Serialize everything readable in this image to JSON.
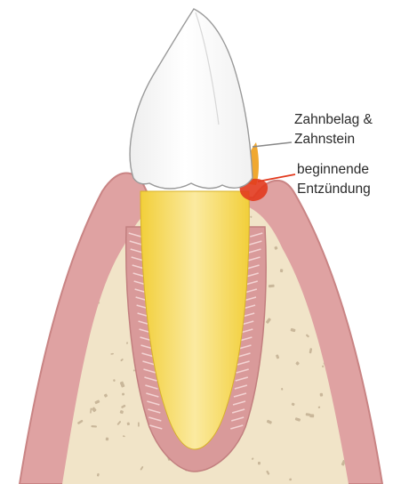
{
  "labels": {
    "plaque_line1": "Zahnbelag &",
    "plaque_line2": "Zahnstein",
    "inflammation_line1": "beginnende",
    "inflammation_line2": "Entzündung"
  },
  "colors": {
    "background": "#ffffff",
    "gum": "#dfa2a2",
    "gum_edge": "#c98484",
    "gum_inner": "#cf8e8e",
    "bone": "#f1e4c8",
    "bone_specks": "#c9b79a",
    "periodontal_ligament": "#d99a9a",
    "root": "#f5d64a",
    "root_core": "#fbeaa0",
    "crown": "#ffffff",
    "crown_outline": "#9a9a9a",
    "plaque": "#f0a830",
    "inflammation": "#e23a1e",
    "leader_line_plaque": "#888888",
    "leader_line_inflammation": "#e23a1e",
    "text": "#2a2a2a"
  }
}
